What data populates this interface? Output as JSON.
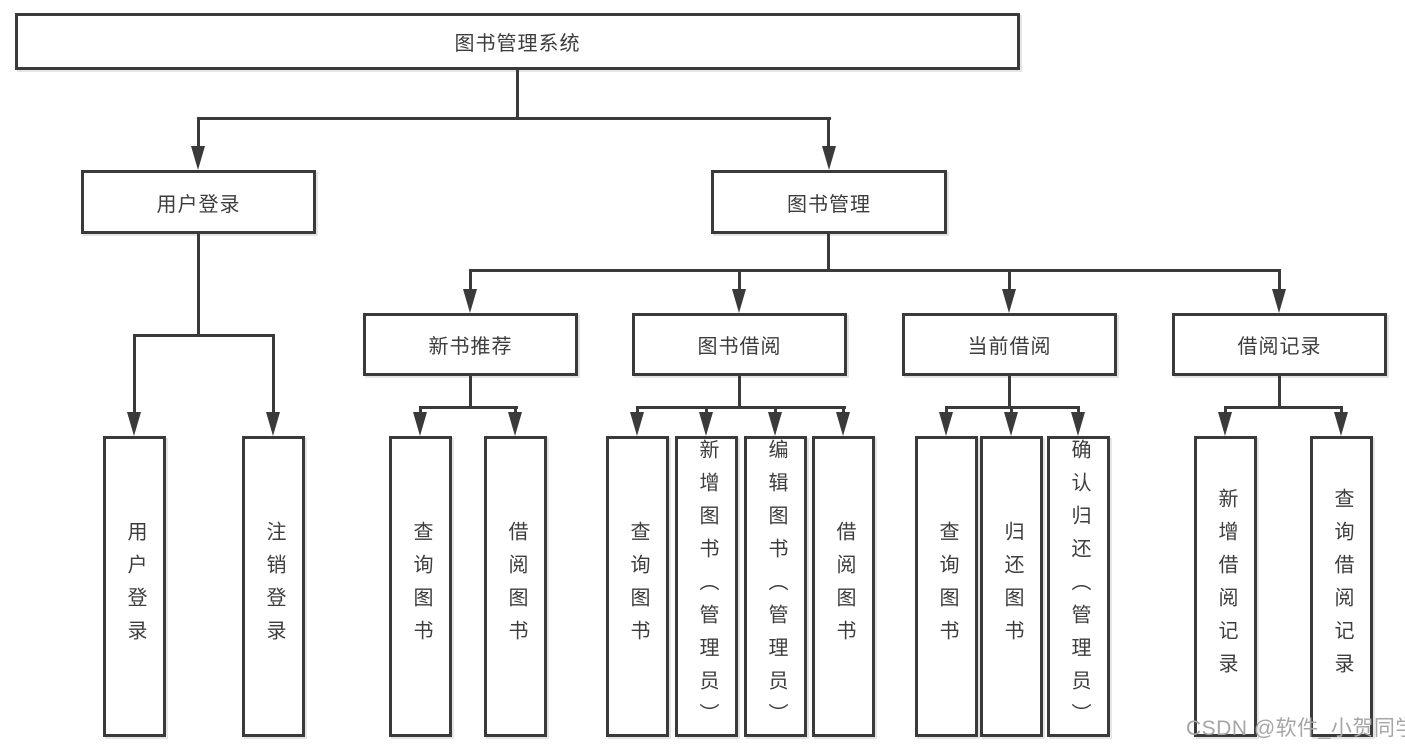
{
  "tree": {
    "label": "图书管理系统",
    "children": [
      {
        "label": "用户登录",
        "children": [
          {
            "label": "用户登录"
          },
          {
            "label": "注销登录"
          }
        ]
      },
      {
        "label": "图书管理",
        "children": [
          {
            "label": "新书推荐",
            "children": [
              {
                "label": "查询图书"
              },
              {
                "label": "借阅图书"
              }
            ]
          },
          {
            "label": "图书借阅",
            "children": [
              {
                "label": "查询图书"
              },
              {
                "label": "新增图书（管理员）"
              },
              {
                "label": "编辑图书（管理员）"
              },
              {
                "label": "借阅图书"
              }
            ]
          },
          {
            "label": "当前借阅",
            "children": [
              {
                "label": "查询图书"
              },
              {
                "label": "归还图书"
              },
              {
                "label": "确认归还（管理员）"
              }
            ]
          },
          {
            "label": "借阅记录",
            "children": [
              {
                "label": "新增借阅记录"
              },
              {
                "label": "查询借阅记录"
              }
            ]
          }
        ]
      }
    ]
  },
  "watermark": {
    "text": "CSDN @软件_小贺同学"
  },
  "colors": {
    "line": "#3a3a3a",
    "text": "#3d3d3d",
    "box_fill": "#ffffff",
    "background": "#ffffff",
    "watermark": "#a6a6a6"
  }
}
